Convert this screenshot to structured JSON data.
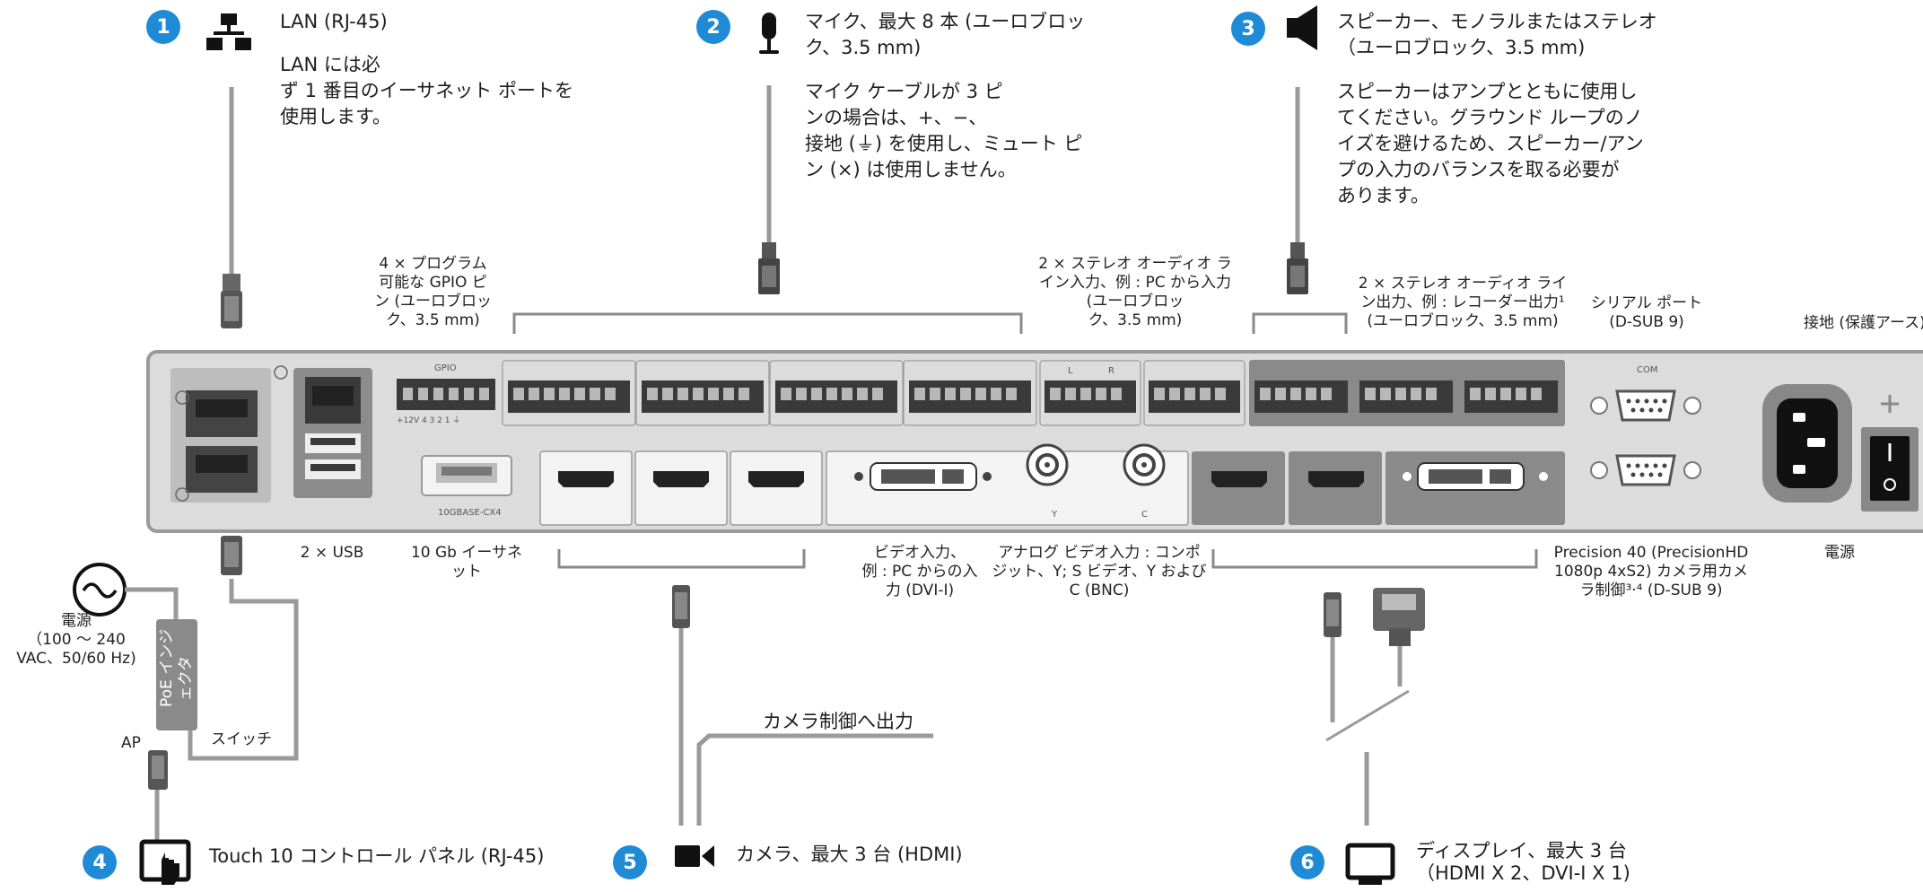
{
  "colors": {
    "badge": "#1f8ad6",
    "panel": "#dcdcdc",
    "panel_border": "#9a9a9a",
    "dark_block": "#8a8a8a",
    "cable": "#9a9a9a",
    "text": "#1e1e1e"
  },
  "callouts": {
    "c1": {
      "number": "1",
      "icon": "network-icon",
      "title": "LAN (RJ-45)",
      "desc": "LAN には必\nず 1 番目のイーサネット ポートを\n使用します。"
    },
    "c2": {
      "number": "2",
      "icon": "microphone-icon",
      "title": "マイク、最大 8 本 (ユーロブロッ\nク、3.5 mm)",
      "desc": "マイク ケーブルが 3 ピ\nンの場合は、+、−、\n接地 (⏚) を使用し、ミュート ピ\nン (⨯) は使用しません。"
    },
    "c3": {
      "number": "3",
      "icon": "speaker-icon",
      "title": "スピーカー、モノラルまたはステレオ\n（ユーロブロック、3.5 mm)",
      "desc": "スピーカーはアンプとともに使用し\nてください。グラウンド ループのノ\nイズを避けるため、スピーカー/アン\nプの入力のバランスを取る必要が\nあります。"
    },
    "c4": {
      "number": "4",
      "icon": "touch-panel-icon",
      "title": "Touch 10 コントロール パネル (RJ-45)"
    },
    "c5": {
      "number": "5",
      "icon": "camera-icon",
      "title": "カメラ、最大 3 台 (HDMI)"
    },
    "c6": {
      "number": "6",
      "icon": "display-icon",
      "title": "ディスプレイ、最大 3 台\n（HDMI X 2、DVI-I X 1)"
    }
  },
  "labels": {
    "gpio": "4 × プログラム\n可能な GPIO ピ\nン (ユーロブロッ\nク、3.5 mm)",
    "stereo_in": "2 × ステレオ オーディオ ラ\nイン入力、例 : PC から入力\n(ユーロブロッ\nク、3.5 mm)",
    "stereo_out": "2 × ステレオ オーディオ ライ\nン出力、例 : レコーダー出力¹\n(ユーロブロック、3.5 mm)",
    "serial": "シリアル ポート\n(D-SUB 9)",
    "ground": "接地 (保護アース)",
    "usb": "2 × USB",
    "ten_gb": "10 Gb イーサネ\nット",
    "video_in": "ビデオ入力、\n例 : PC からの入\n力 (DVI-I)",
    "analog": "アナログ ビデオ入力 : コンポ\nジット、Y; S ビデオ、Y および\nC (BNC)",
    "precision": "Precision 40 (PrecisionHD\n1080p 4xS2) カメラ用カメ\nラ制御³·⁴ (D-SUB 9)",
    "power_right": "電源",
    "power_left": "電源\n（100 ～ 240\nVAC、50/60 Hz)",
    "poe": "PoE インジ\nェクタ",
    "switch": "スイッチ",
    "ap": "AP",
    "camera_control_out": "カメラ制御へ出力"
  },
  "panel": {
    "gpio_title": "GPIO",
    "gpio_pins": "+12V  4   3   2   1  ⏚",
    "cx4": "10GBASE-CX4",
    "com": "COM",
    "bnc_y": "Y",
    "bnc_c": "C",
    "in_l": "L",
    "in_r": "R"
  }
}
